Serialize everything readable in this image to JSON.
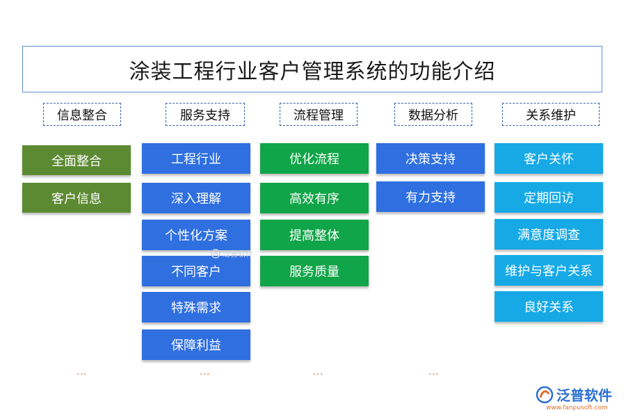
{
  "title": "涂装工程行业客户管理系统的功能介绍",
  "columns": [
    {
      "header": "信息整合",
      "color": "#5b8a32",
      "items": [
        "全面整合",
        "客户信息"
      ]
    },
    {
      "header": "服务支持",
      "color": "#2f6fe0",
      "items": [
        "工程行业",
        "深入理解",
        "个性化方案",
        "不同客户",
        "特殊需求",
        "保障利益"
      ]
    },
    {
      "header": "流程管理",
      "color": "#10a548",
      "items": [
        "优化流程",
        "高效有序",
        "提高整体",
        "服务质量"
      ]
    },
    {
      "header": "数据分析",
      "color": "#2f6fe0",
      "items": [
        "决策支持",
        "有力支持"
      ]
    },
    {
      "header": "关系维护",
      "color": "#16a9e6",
      "items": [
        "客户关怀",
        "定期回访",
        "满意度调查",
        "维护与客户关系",
        "良好关系"
      ]
    }
  ],
  "ellipsis": "...",
  "watermark_text": "泛普软件",
  "logo": {
    "name": "泛普软件",
    "url": "www.fanpusoft.com"
  }
}
